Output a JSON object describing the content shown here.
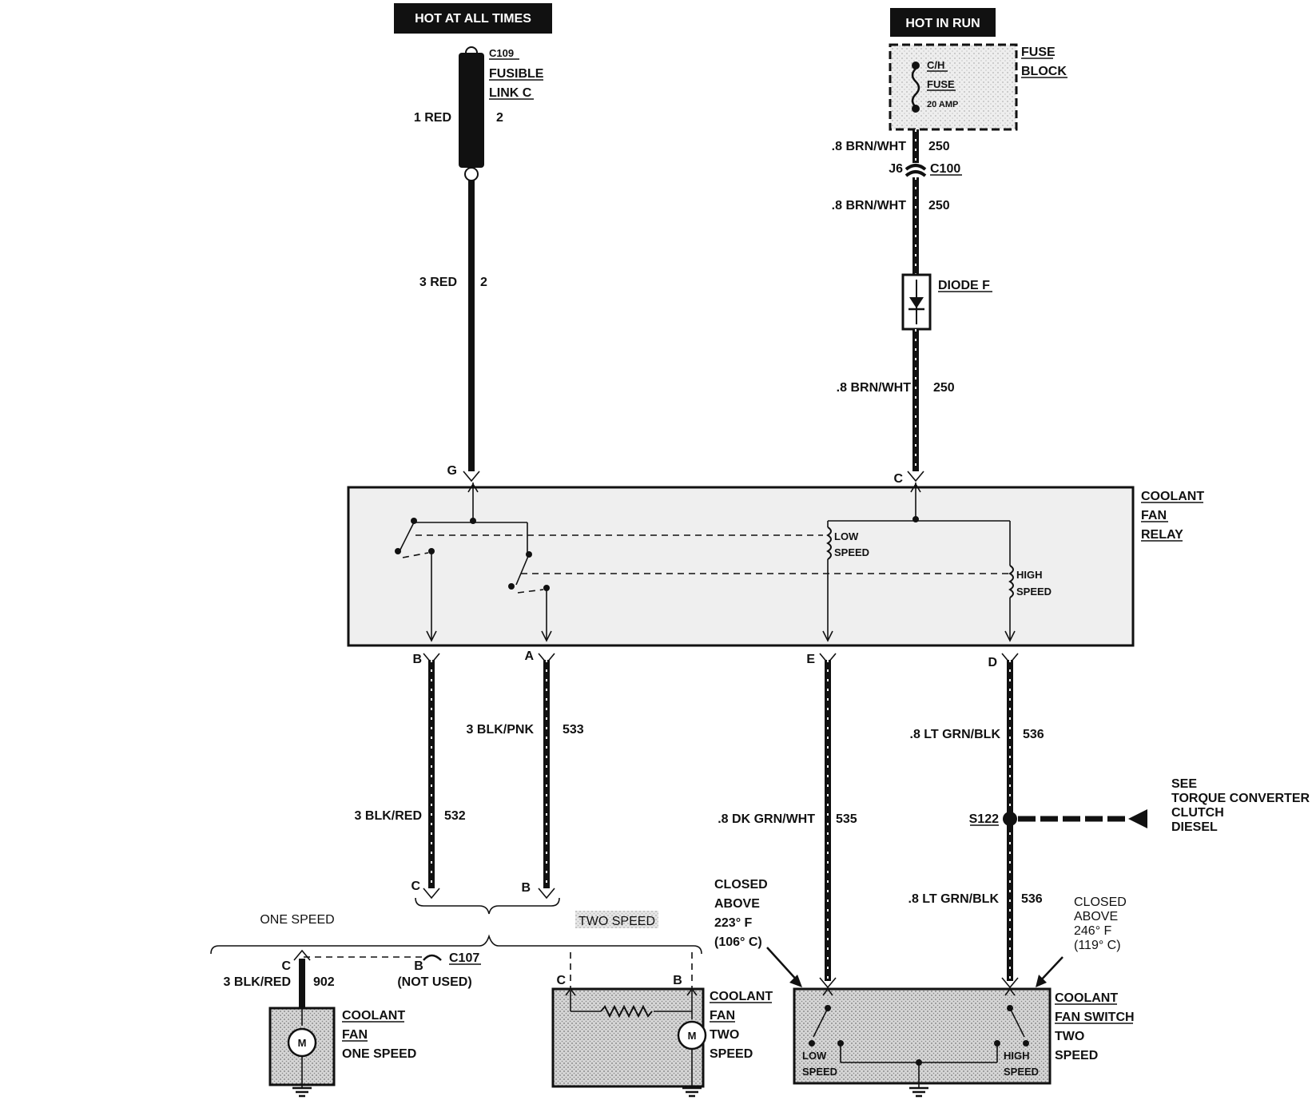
{
  "power": {
    "hot_at_all_times": "HOT AT ALL TIMES",
    "hot_in_run": "HOT IN RUN"
  },
  "fusible_link": {
    "line1": "C109",
    "line2": "FUSIBLE",
    "line3": "LINK C",
    "wire_top_size": "1 RED",
    "wire_top_circuit": "2",
    "wire_bottom_size": "3 RED",
    "wire_bottom_circuit": "2"
  },
  "fuse_block": {
    "label_line1": "FUSE",
    "label_line2": "BLOCK",
    "fuse_line1": "C/H",
    "fuse_line2": "FUSE",
    "fuse_rating": "20 AMP"
  },
  "hot_in_run_wires": {
    "w1_size": ".8 BRN/WHT",
    "w1_circuit": "250",
    "connector_pin": "J6",
    "connector": "C100",
    "w2_size": ".8 BRN/WHT",
    "w2_circuit": "250",
    "diode": "DIODE F",
    "w3_size": ".8 BRN/WHT",
    "w3_circuit": "250"
  },
  "relay": {
    "label_line1": "COOLANT",
    "label_line2": "FAN",
    "label_line3": "RELAY",
    "pin_g": "G",
    "pin_c": "C",
    "pin_b": "B",
    "pin_a": "A",
    "pin_e": "E",
    "pin_d": "D",
    "low_line1": "LOW",
    "low_line2": "SPEED",
    "high_line1": "HIGH",
    "high_line2": "SPEED"
  },
  "lower_wires": {
    "blk_pnk_size": "3 BLK/PNK",
    "blk_pnk_circuit": "533",
    "blk_red_size": "3 BLK/RED",
    "blk_red_circuit": "532",
    "dk_grn_size": ".8 DK GRN/WHT",
    "dk_grn_circuit": "535",
    "lt_grn_size_1": ".8 LT GRN/BLK",
    "lt_grn_circuit_1": "536",
    "lt_grn_size_2": ".8 LT GRN/BLK",
    "lt_grn_circuit_2": "536",
    "splice": "S122",
    "pin_c_lower": "C",
    "pin_b_lower": "B"
  },
  "see_ref": {
    "line1": "SEE",
    "line2": "TORQUE CONVERTER",
    "line3": "CLUTCH",
    "line4": "DIESEL"
  },
  "variants": {
    "one_speed": "ONE SPEED",
    "two_speed": "TWO SPEED"
  },
  "one_speed_fan": {
    "pin_c": "C",
    "pin_b": "B",
    "connector": "C107",
    "not_used": "(NOT USED)",
    "wire_size": "3 BLK/RED",
    "wire_circuit": "902",
    "label_line1": "COOLANT",
    "label_line2": "FAN",
    "label_line3": "ONE SPEED",
    "motor": "M"
  },
  "two_speed_fan": {
    "pin_c": "C",
    "pin_b": "B",
    "label_line1": "COOLANT",
    "label_line2": "FAN",
    "label_line3": "TWO",
    "label_line4": "SPEED",
    "motor": "M"
  },
  "fan_switch": {
    "closed_low_line1": "CLOSED",
    "closed_low_line2": "ABOVE",
    "closed_low_line3": "223° F",
    "closed_low_line4": "(106° C)",
    "closed_high_line1": "CLOSED",
    "closed_high_line2": "ABOVE",
    "closed_high_line3": "246° F",
    "closed_high_line4": "(119° C)",
    "label_line1": "COOLANT",
    "label_line2": "FAN SWITCH",
    "label_line3": "TWO",
    "label_line4": "SPEED",
    "low_line1": "LOW",
    "low_line2": "SPEED",
    "high_line1": "HIGH",
    "high_line2": "SPEED"
  }
}
